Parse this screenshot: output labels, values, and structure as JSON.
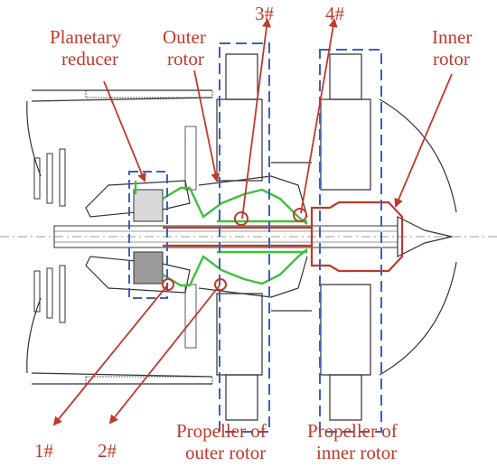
{
  "labels": {
    "planetary_reducer_line1": "Planetary",
    "planetary_reducer_line2": "reducer",
    "outer_rotor_line1": "Outer",
    "outer_rotor_line2": "rotor",
    "inner_rotor_line1": "Inner",
    "inner_rotor_line2": "rotor",
    "bearing_1": "1#",
    "bearing_2": "2#",
    "bearing_3": "3#",
    "bearing_4": "4#",
    "prop_outer_line1": "Propeller of",
    "prop_outer_line2": "outer rotor",
    "prop_inner_line1": "Propeller of",
    "prop_inner_line2": "inner rotor"
  },
  "colors": {
    "annotation": "#c0392b",
    "outer_rotor_path": "#3cc23c",
    "inner_rotor_path": "#c0392b",
    "propeller_box": "#3b5fc0",
    "drawing": "#333333"
  }
}
